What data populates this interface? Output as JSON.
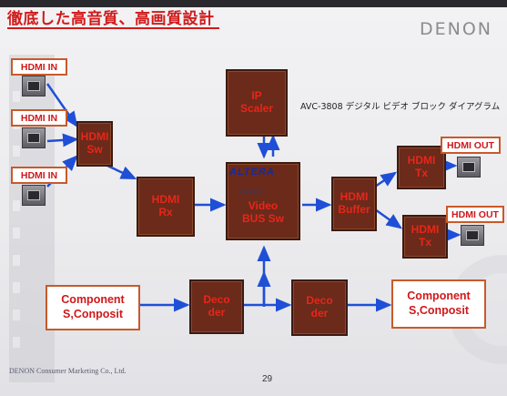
{
  "slide": {
    "title": "徹底した高音質、高画質設計",
    "logo": "DENON",
    "subtitle": "AVC-3808 デジタル ビデオ ブロック ダイアグラム",
    "footer": "DENON Consumer Marketing Co., Ltd.",
    "page_number": "29"
  },
  "inputs": [
    {
      "label": "HDMI IN"
    },
    {
      "label": "HDMI IN"
    },
    {
      "label": "HDMI IN"
    }
  ],
  "outputs": [
    {
      "label": "HDMI OUT"
    },
    {
      "label": "HDMI OUT"
    }
  ],
  "chips": {
    "hdmi_sw": "HDMI\nSw",
    "hdmi_rx": "HDMI\nRx",
    "ip_scaler": "IP\nScaler",
    "video_bus_sw": "Video\nBUS Sw",
    "hdmi_buffer": "HDMI\nBuffer",
    "hdmi_tx_1": "HDMI\nTx",
    "hdmi_tx_2": "HDMI\nTx",
    "decoder_1": "Deco\nder",
    "decoder_2": "Deco\nder"
  },
  "chip_markings": {
    "vendor": "ALTERA",
    "part": "Cyclone II"
  },
  "component": {
    "input_label": "Component\nS,Conposit",
    "output_label": "Component\nS,Conposit"
  },
  "colors": {
    "title_red": "#d11a1a",
    "chip_fill": "#6b2a1a",
    "chip_text": "#e8261a",
    "arrow_blue": "#1f4fd6",
    "box_border": "#c85a2a"
  }
}
